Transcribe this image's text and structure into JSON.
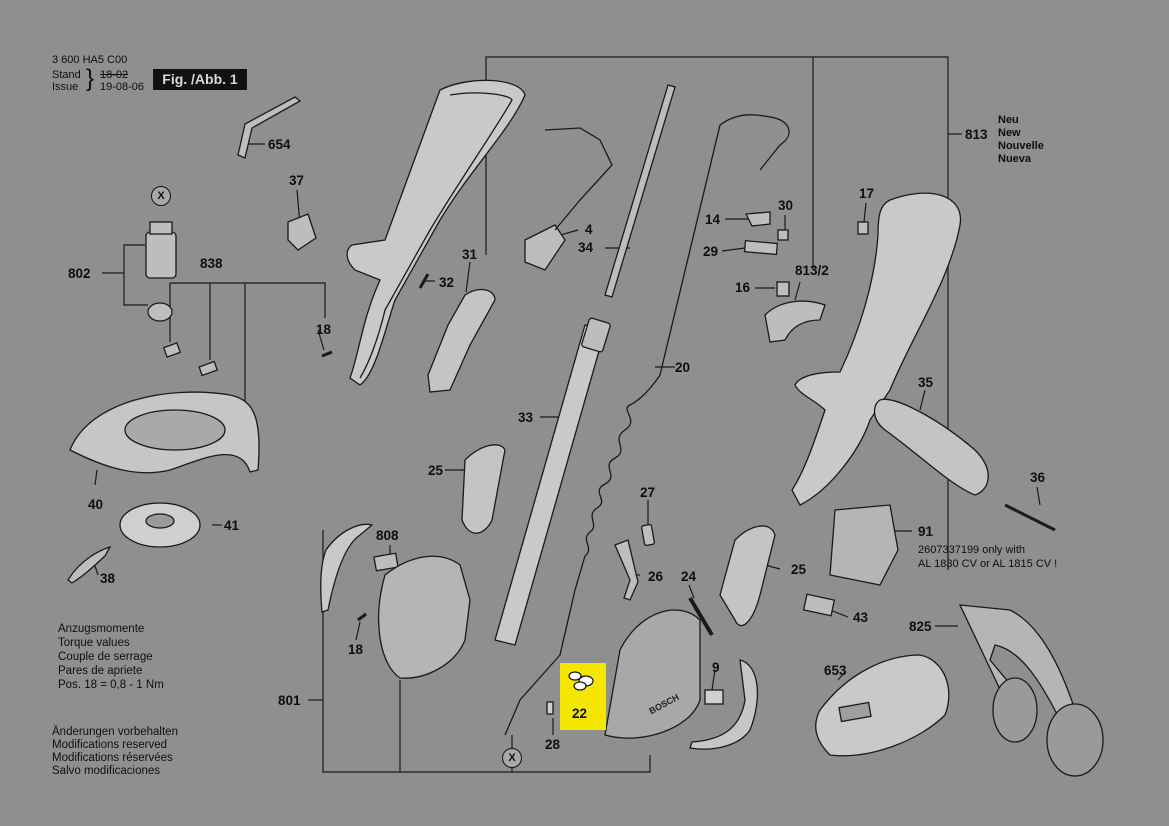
{
  "header": {
    "doc_number": "3 600 HA5 C00",
    "stand_label": "Stand",
    "issue_label": "Issue",
    "brace": "}",
    "old_date": "18-02",
    "date": "19-08-06",
    "figure": "Fig. /Abb. 1"
  },
  "badge_813": {
    "number": "813",
    "lines": [
      "Neu",
      "New",
      "Nouvelle",
      "Nueva"
    ]
  },
  "note_91": [
    "2607337199 only with",
    "AL 1830 CV or AL 1815 CV !"
  ],
  "torque": [
    "Anzugsmomente",
    "Torque values",
    "Couple de serrage",
    "Pares de apriete",
    "Pos.   18 = 0,8 - 1 Nm"
  ],
  "modifications": [
    "Änderungen vorbehalten",
    "Modifications reserved",
    "Modifications réservées",
    "Salvo modificaciones"
  ],
  "labels": {
    "p654": "654",
    "p37": "37",
    "p802": "802",
    "p838": "838",
    "p18a": "18",
    "p32": "32",
    "p31": "31",
    "p4": "4",
    "p34": "34",
    "p33": "33",
    "p20": "20",
    "p25a": "25",
    "p40": "40",
    "p41": "41",
    "p38": "38",
    "p808": "808",
    "p18b": "18",
    "p801": "801",
    "p28": "28",
    "p22": "22",
    "p27": "27",
    "p26": "26",
    "p24": "24",
    "p25b": "25",
    "p9": "9",
    "p14": "14",
    "p30": "30",
    "p29": "29",
    "p8132": "813/2",
    "p16": "16",
    "p17": "17",
    "p35": "35",
    "p36": "36",
    "p91": "91",
    "p43": "43",
    "p825": "825",
    "p653": "653"
  },
  "marker": "X",
  "brand": "BOSCH"
}
